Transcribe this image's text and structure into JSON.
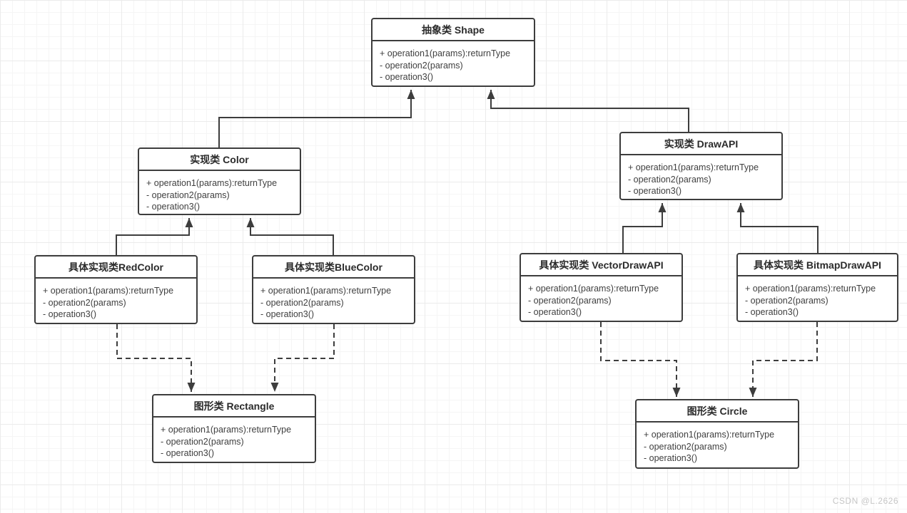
{
  "diagram": {
    "colors": {
      "canvas": "#ffffff",
      "grid_minor": "#f5f5f5",
      "grid_major": "#ebebeb",
      "stroke": "#3d3d3d",
      "title_text": "#2b2b2b",
      "member_text": "#3f3f3f",
      "watermark_text": "#c6c6c6"
    },
    "classes": {
      "shape": {
        "title": "抽象类 Shape",
        "members": [
          "+ operation1(params):returnType",
          "- operation2(params)",
          "- operation3()"
        ]
      },
      "color": {
        "title": "实现类 Color",
        "members": [
          "+ operation1(params):returnType",
          "- operation2(params)",
          "- operation3()"
        ]
      },
      "drawapi": {
        "title": "实现类 DrawAPI",
        "members": [
          "+ operation1(params):returnType",
          "- operation2(params)",
          "- operation3()"
        ]
      },
      "redcolor": {
        "title": "具体实现类RedColor",
        "members": [
          "+ operation1(params):returnType",
          "- operation2(params)",
          "- operation3()"
        ]
      },
      "bluecolor": {
        "title": "具体实现类BlueColor",
        "members": [
          "+ operation1(params):returnType",
          "- operation2(params)",
          "- operation3()"
        ]
      },
      "vectordrawapi": {
        "title": "具体实现类 VectorDrawAPI",
        "members": [
          "+ operation1(params):returnType",
          "- operation2(params)",
          "- operation3()"
        ]
      },
      "bitmapdrawapi": {
        "title": "具体实现类 BitmapDrawAPI",
        "members": [
          "+ operation1(params):returnType",
          "- operation2(params)",
          "- operation3()"
        ]
      },
      "rectangle": {
        "title": "图形类 Rectangle",
        "members": [
          "+ operation1(params):returnType",
          "- operation2(params)",
          "- operation3()"
        ]
      },
      "circle": {
        "title": "图形类 Circle",
        "members": [
          "+ operation1(params):returnType",
          "- operation2(params)",
          "- operation3()"
        ]
      }
    },
    "edges": [
      {
        "from": "实现类 Color",
        "to": "抽象类 Shape",
        "line": "solid",
        "arrow": "filled"
      },
      {
        "from": "实现类 DrawAPI",
        "to": "抽象类 Shape",
        "line": "solid",
        "arrow": "filled"
      },
      {
        "from": "具体实现类RedColor",
        "to": "实现类 Color",
        "line": "solid",
        "arrow": "filled"
      },
      {
        "from": "具体实现类BlueColor",
        "to": "实现类 Color",
        "line": "solid",
        "arrow": "filled"
      },
      {
        "from": "具体实现类 VectorDrawAPI",
        "to": "实现类 DrawAPI",
        "line": "solid",
        "arrow": "filled"
      },
      {
        "from": "具体实现类 BitmapDrawAPI",
        "to": "实现类 DrawAPI",
        "line": "solid",
        "arrow": "filled"
      },
      {
        "from": "具体实现类RedColor",
        "to": "图形类 Rectangle",
        "line": "dashed",
        "arrow": "filled"
      },
      {
        "from": "具体实现类BlueColor",
        "to": "图形类 Rectangle",
        "line": "dashed",
        "arrow": "filled"
      },
      {
        "from": "具体实现类 VectorDrawAPI",
        "to": "图形类 Circle",
        "line": "dashed",
        "arrow": "filled"
      },
      {
        "from": "具体实现类 BitmapDrawAPI",
        "to": "图形类 Circle",
        "line": "dashed",
        "arrow": "filled"
      }
    ],
    "watermark": "CSDN @L.2626"
  }
}
